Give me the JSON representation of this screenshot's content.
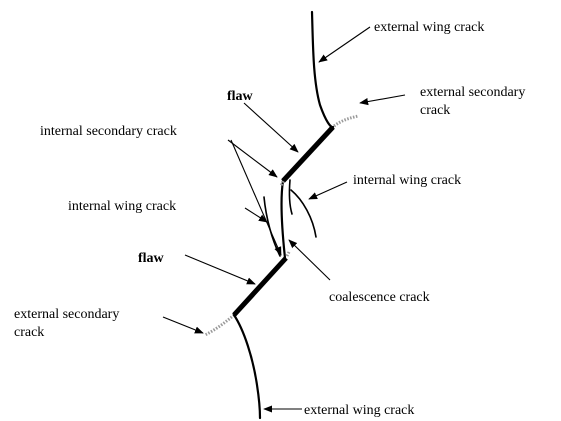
{
  "labels": {
    "external_wing_crack_top": "external wing crack",
    "external_secondary_crack_top_line1": "external secondary",
    "external_secondary_crack_top_line2": "crack",
    "flaw_top": "flaw",
    "internal_secondary_crack": "internal secondary crack",
    "internal_wing_crack_right": "internal wing crack",
    "internal_wing_crack_left": "internal wing crack",
    "flaw_bottom": "flaw",
    "coalescence_crack": "coalescence crack",
    "external_secondary_crack_bottom_line1": "external secondary",
    "external_secondary_crack_bottom_line2": "crack",
    "external_wing_crack_bottom": "external wing crack"
  }
}
